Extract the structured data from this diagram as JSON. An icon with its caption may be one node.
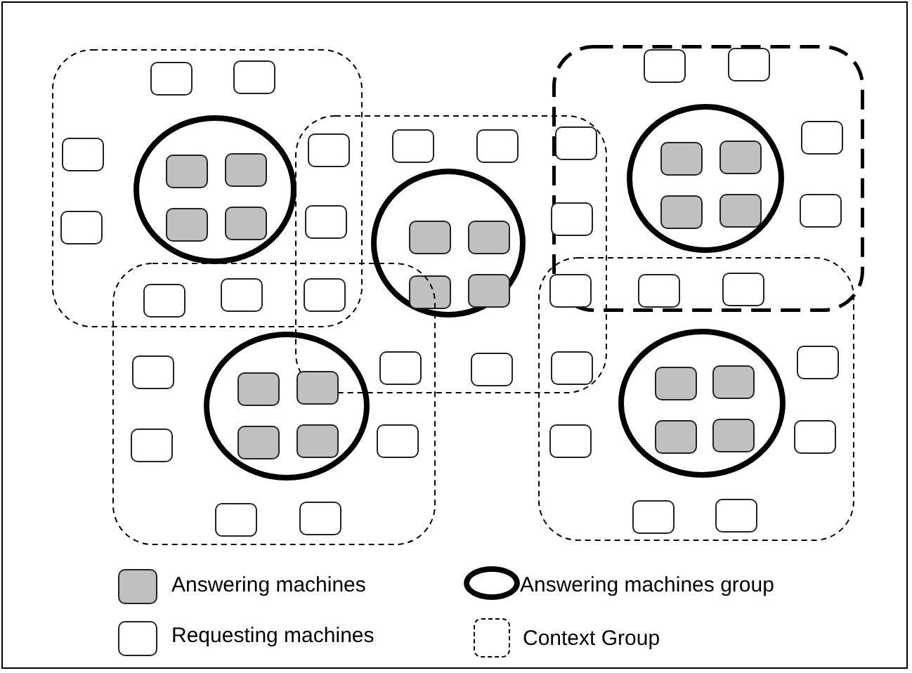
{
  "diagram": {
    "nodes": [
      {
        "text": [],
        "shape": "box"
      },
      {
        "text": [],
        "shape": "box"
      },
      {
        "text": [],
        "shape": "box"
      },
      {
        "text": [],
        "shape": "box"
      },
      {
        "text": [],
        "shape": "box"
      },
      {
        "text": [],
        "shape": "circle",
        "in": 0
      },
      {
        "text": [],
        "shape": "circle",
        "in": 1
      },
      {
        "text": [],
        "shape": "circle",
        "in": 2
      },
      {
        "text": [],
        "shape": "circle",
        "in": 3
      },
      {
        "text": [],
        "shape": "circle",
        "in": 4
      },
      {
        "text": [],
        "shape": "box",
        "in": 5
      },
      {
        "text": [],
        "shape": "box",
        "in": 5
      },
      {
        "text": [],
        "shape": "box",
        "in": 5
      },
      {
        "text": [],
        "shape": "box",
        "in": 5
      },
      {
        "text": [],
        "shape": "box",
        "in": 6
      },
      {
        "text": [],
        "shape": "box",
        "in": 6
      },
      {
        "text": [],
        "shape": "box",
        "in": 6
      },
      {
        "text": [],
        "shape": "box",
        "in": 6
      },
      {
        "text": [],
        "shape": "box",
        "in": 7
      },
      {
        "text": [],
        "shape": "box",
        "in": 7
      },
      {
        "text": [],
        "shape": "box",
        "in": 7
      },
      {
        "text": [],
        "shape": "box",
        "in": 7
      },
      {
        "text": [],
        "shape": "box",
        "in": 8
      },
      {
        "text": [],
        "shape": "box",
        "in": 8
      },
      {
        "text": [],
        "shape": "box",
        "in": 8
      },
      {
        "text": [],
        "shape": "box",
        "in": 8
      },
      {
        "text": [],
        "shape": "box",
        "in": 9
      },
      {
        "text": [],
        "shape": "box",
        "in": 9
      },
      {
        "text": [],
        "shape": "box",
        "in": 9
      },
      {
        "text": [],
        "shape": "box",
        "in": 9
      },
      {
        "text": [],
        "shape": "box",
        "in": 2
      },
      {
        "text": [],
        "shape": "box",
        "in": 2
      },
      {
        "text": [],
        "shape": "box",
        "in": 0
      },
      {
        "text": [],
        "shape": "box",
        "in": 0
      },
      {
        "text": [],
        "shape": "box",
        "in": 1
      },
      {
        "text": [],
        "shape": "box"
      },
      {
        "text": [],
        "shape": "box",
        "in": 1
      },
      {
        "text": [],
        "shape": "box"
      },
      {
        "text": [],
        "shape": "box",
        "in": 2
      },
      {
        "text": [],
        "shape": "box",
        "in": 2
      },
      {
        "text": [],
        "shape": "box"
      },
      {
        "text": [],
        "shape": "box"
      },
      {
        "text": [],
        "shape": "box",
        "in": 0
      },
      {
        "text": [],
        "shape": "box",
        "in": 0
      },
      {
        "text": [],
        "shape": "box"
      },
      {
        "text": [],
        "shape": "box"
      },
      {
        "text": [],
        "shape": "box"
      },
      {
        "text": [],
        "shape": "box"
      },
      {
        "text": [],
        "shape": "box"
      },
      {
        "text": [],
        "shape": "box"
      },
      {
        "text": [],
        "shape": "box",
        "in": 4
      },
      {
        "text": [],
        "shape": "box",
        "in": 3
      },
      {
        "text": [],
        "shape": "box"
      },
      {
        "text": [],
        "shape": "box",
        "in": 1
      },
      {
        "text": [],
        "shape": "box"
      },
      {
        "text": [],
        "shape": "box",
        "in": 4
      },
      {
        "text": [],
        "shape": "box",
        "in": 3
      },
      {
        "text": [],
        "shape": "box",
        "in": 3
      },
      {
        "text": [],
        "shape": "box",
        "in": 4
      },
      {
        "text": [],
        "shape": "box",
        "in": 4
      },
      {
        "text": [],
        "shape": "box",
        "in": 4
      },
      {
        "text": [],
        "shape": "box",
        "in": 3
      },
      {
        "text": [],
        "shape": "box",
        "in": 3
      }
    ],
    "legend": [
      {
        "text": "Answering machines",
        "color": "#c0c0c0"
      },
      {
        "text": "Answering machines group"
      },
      {
        "text": "Requesting machines",
        "color": "#ffffff"
      },
      {
        "text": "Context Group"
      }
    ]
  }
}
